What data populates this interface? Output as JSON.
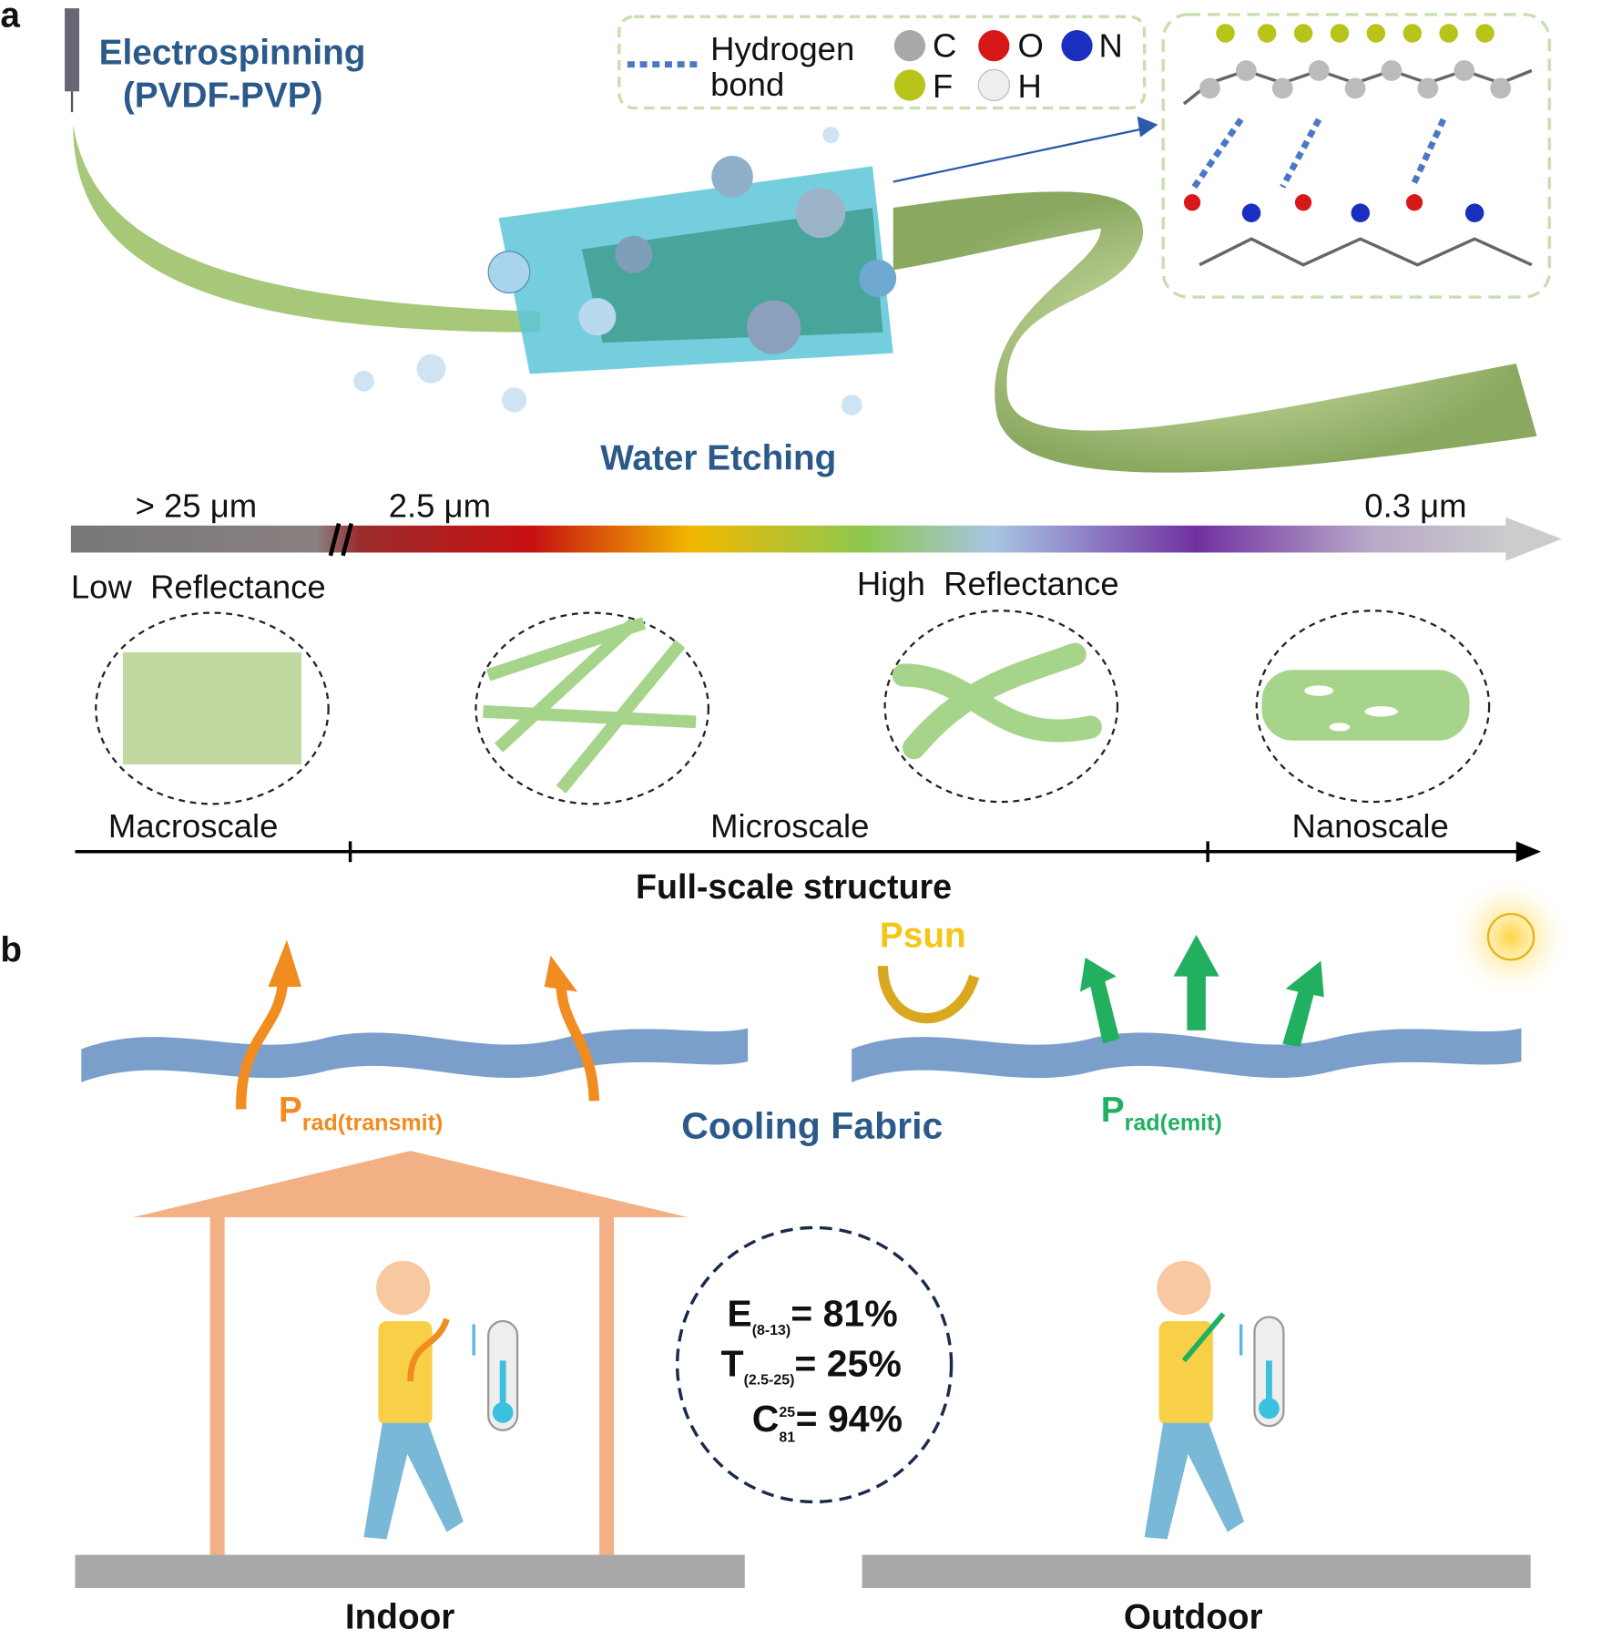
{
  "panel_a": {
    "letter": "a",
    "electrospinning": "Electrospinning",
    "electrospinning_sub": "(PVDF-PVP)",
    "water_etching": "Water Etching",
    "legend": {
      "hbond_line1": "Hydrogen",
      "hbond_line2": "bond",
      "atoms": [
        {
          "symbol": "C",
          "color": "#a8a8a8"
        },
        {
          "symbol": "O",
          "color": "#d81818"
        },
        {
          "symbol": "N",
          "color": "#1a2fc0"
        },
        {
          "symbol": "F",
          "color": "#b9c41a"
        },
        {
          "symbol": "H",
          "color": "#eeeeee"
        }
      ]
    },
    "scale_labels": {
      "left": "> 25 μm",
      "mid": "2.5 μm",
      "right": "0.3 μm"
    },
    "low_reflectance": "Low  Reflectance",
    "high_reflectance": "High  Reflectance",
    "axis_labels": {
      "macro": "Macroscale",
      "micro": "Microscale",
      "nano": "Nanoscale"
    },
    "axis_title": "Full-scale structure"
  },
  "panel_b": {
    "letter": "b",
    "psun": "Psun",
    "prad_transmit_main": "P",
    "prad_transmit_sub": "rad(transmit)",
    "prad_emit_main": "P",
    "prad_emit_sub": "rad(emit)",
    "cooling_fabric": "Cooling Fabric",
    "metrics": {
      "e_main": "E",
      "e_sub": "(8-13)",
      "e_val": "= 81%",
      "t_main": "T",
      "t_sub": "(2.5-25)",
      "t_val": "= 25%",
      "c_main": "C",
      "c_sup": "25",
      "c_sub": "81",
      "c_val": "= 94%"
    },
    "indoor": "Indoor",
    "outdoor": "Outdoor"
  }
}
